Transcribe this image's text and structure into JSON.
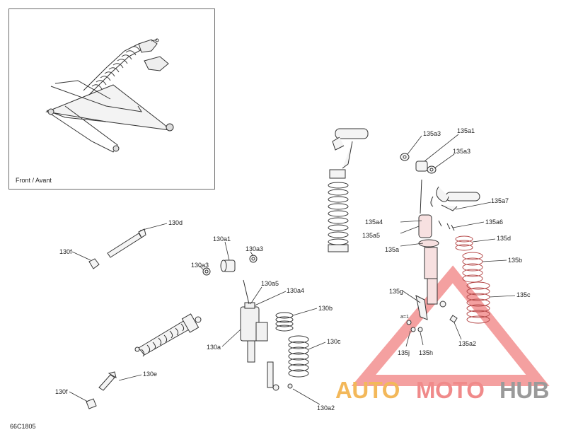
{
  "inset": {
    "caption": "Front / Avant"
  },
  "diagram_id": "66C1805",
  "watermark": {
    "part1": "AUTO",
    "part2": "MOTO",
    "part3": "HUB"
  },
  "callouts": {
    "c130d": "130d",
    "c130f_top": "130f",
    "c130a1": "130a1",
    "c130a3_right": "130a3",
    "c130a3_left": "130a3",
    "c130a5": "130a5",
    "c130a4": "130a4",
    "c130b": "130b",
    "c130a": "130a",
    "c130c": "130c",
    "c130e": "130e",
    "c130f_bottom": "130f",
    "c130a2": "130a2",
    "c135a3_top": "135a3",
    "c135a1": "135a1",
    "c135a3_mid": "135a3",
    "c135a7": "135a7",
    "c135a4": "135a4",
    "c135a6": "135a6",
    "c135a5": "135a5",
    "c135d": "135d",
    "c135a": "135a",
    "c135b": "135b",
    "c135g": "135g",
    "c135c": "135c",
    "c135a2": "135a2",
    "c135j": "135j",
    "c135h": "135h",
    "small_note": "a=1"
  }
}
